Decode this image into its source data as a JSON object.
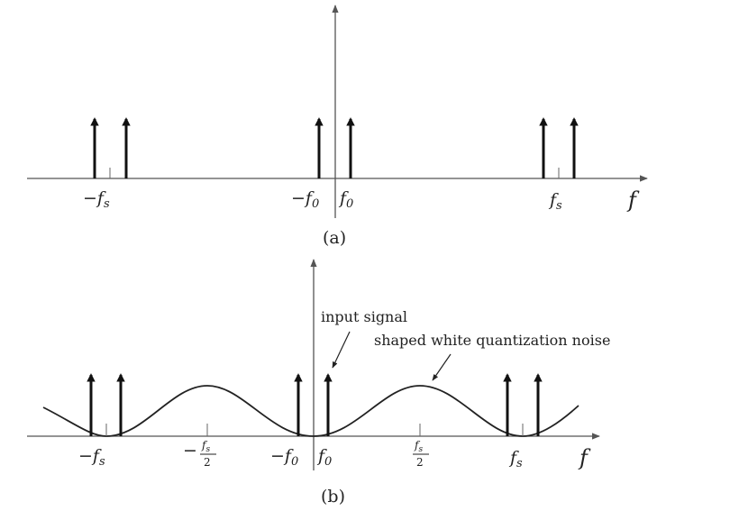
{
  "panel_a": {
    "caption": "(a)",
    "axis_label": "f",
    "labels": {
      "neg_fs": "−f",
      "neg_f0": "−f",
      "f0": "f",
      "fs": "f"
    },
    "subs": {
      "s": "s",
      "zero": "0"
    }
  },
  "panel_b": {
    "caption": "(b)",
    "axis_label": "f",
    "labels": {
      "neg_fs": "−f",
      "neg_half": "−",
      "neg_f0": "−f",
      "f0": "f",
      "half": "",
      "fs": "f"
    },
    "subs": {
      "s": "s",
      "zero": "0",
      "frac_num": "f",
      "frac_num_sub": "s",
      "frac_den": "2"
    },
    "annotations": {
      "input_signal": "input signal",
      "noise": "shaped white quantization noise"
    }
  }
}
